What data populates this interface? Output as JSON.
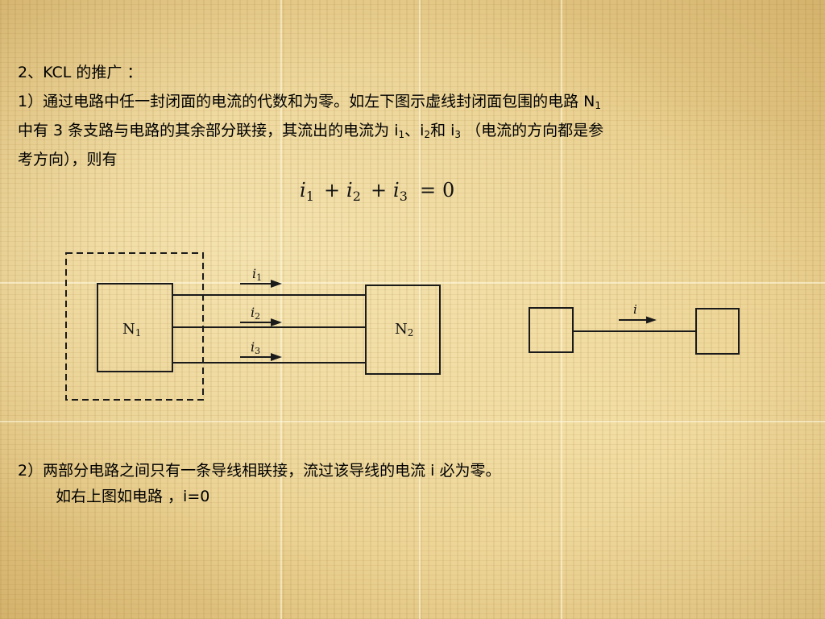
{
  "section1": {
    "heading": "2、KCL 的推广 ：",
    "line1_prefix": "1）通过电路中任一封闭面的电流的代数和为零。如左下图示虚线封闭面包围的电路 N",
    "line1_sub": "1",
    "line2_prefix": "中有 3 条支路与电路的其余部分联接，其流出的电流为 i",
    "line2_sub1": "1",
    "line2_sep": "、i",
    "line2_sub2": "2",
    "line2_mid": "和 i",
    "line2_sub3": "3",
    "line2_suffix": " （电流的方向都是参",
    "line3": "考方向），则有"
  },
  "equation": {
    "i": "i",
    "s1": "1",
    "s2": "2",
    "s3": "3",
    "plus": "+",
    "equals": "=",
    "zero": "0"
  },
  "diagram_left": {
    "n1_label": "N",
    "n1_sub": "1",
    "n2_label": "N",
    "n2_sub": "2",
    "current_letter": "i",
    "current_subs": [
      "1",
      "2",
      "3"
    ]
  },
  "diagram_right": {
    "current_label": "i"
  },
  "section2": {
    "line1": "2）两部分电路之间只有一条导线相联接，流过该导线的电流 i 必为零。",
    "line2": "如右上图如电路 ，i=0"
  }
}
